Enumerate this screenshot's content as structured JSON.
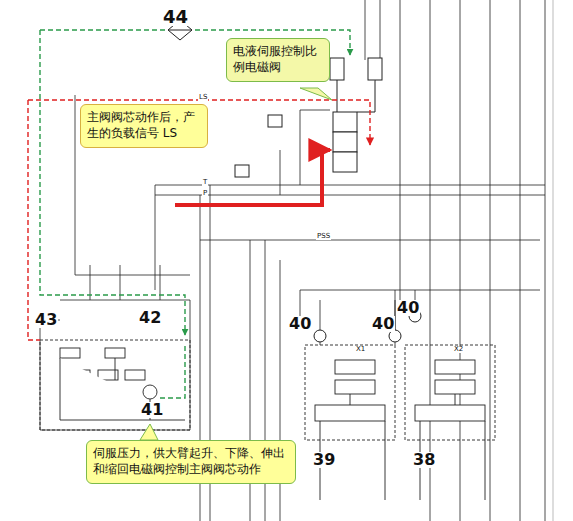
{
  "diagram": {
    "nodes": [
      {
        "text": [
          "电液伺服控制比例电磁阀"
        ]
      },
      {
        "text": [
          "主阀阀芯动作后，产生的负载信号 LS"
        ]
      },
      {
        "text": [
          "伺服压力，供大臂起升、下降、伸出和缩回电磁阀控制主阀阀芯动作"
        ]
      }
    ],
    "labels": [
      "44",
      "LS",
      "T",
      "P",
      "PSS",
      "40",
      "42",
      "43",
      "40",
      "40",
      "X1",
      "X2",
      "41",
      "39",
      "38"
    ]
  }
}
